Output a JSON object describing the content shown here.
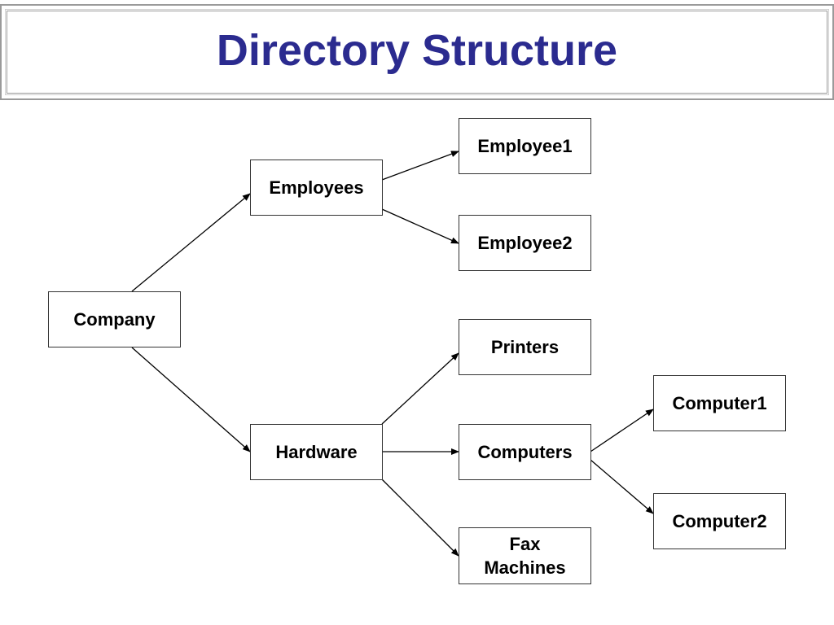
{
  "title": "Directory Structure",
  "nodes": {
    "company": "Company",
    "employees": "Employees",
    "employee1": "Employee1",
    "employee2": "Employee2",
    "hardware": "Hardware",
    "printers": "Printers",
    "computers": "Computers",
    "computer1": "Computer1",
    "computer2": "Computer2",
    "fax_machines": "Fax Machines"
  },
  "colors": {
    "title": "#2b2b8f",
    "edges": "#000000",
    "node_border": "#333333"
  }
}
